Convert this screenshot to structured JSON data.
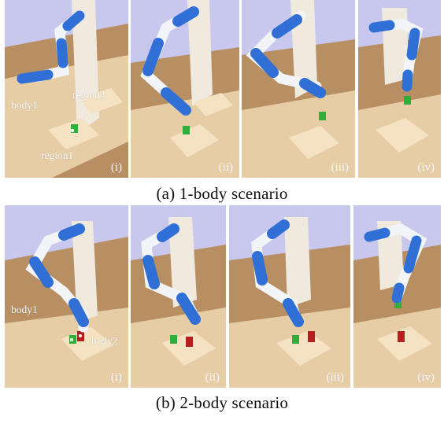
{
  "figure": {
    "row_a": {
      "caption": "(a) 1-body scenario",
      "panels": [
        {
          "label": "(i)"
        },
        {
          "label": "(ii)"
        },
        {
          "label": "(iii)"
        },
        {
          "label": "(iv)"
        }
      ],
      "annotations": {
        "body1": "body1",
        "region1": "region1",
        "region2": "region2"
      }
    },
    "row_b": {
      "caption": "(b) 2-body scenario",
      "panels": [
        {
          "label": "(i)"
        },
        {
          "label": "(ii)"
        },
        {
          "label": "(iii)"
        },
        {
          "label": "(iv)"
        }
      ],
      "annotations": {
        "body1": "body1",
        "body2": "body2"
      }
    },
    "colors": {
      "arm_blue": "#2f6fd6",
      "arm_white": "#f3f4f7",
      "body_green": "#2fae39",
      "body_red": "#b3201d",
      "table": "#e9cfa8",
      "region": "#f3dfbb",
      "background_sky": "#c8c8ef"
    }
  }
}
